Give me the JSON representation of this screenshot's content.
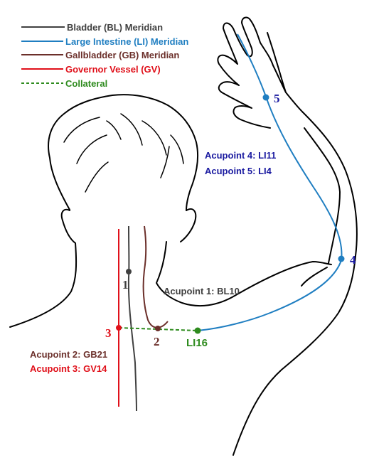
{
  "colors": {
    "bladder": "#404040",
    "large_intestine": "#1f7ec1",
    "gallbladder": "#6b2f2a",
    "governor": "#e0101a",
    "collateral": "#2e8b1e",
    "point_blue": "#1a1aa0",
    "outline": "#000000"
  },
  "legend": [
    {
      "label": "Bladder (BL) Meridian",
      "color_key": "bladder",
      "style": "solid"
    },
    {
      "label": "Large Intestine (LI) Meridian",
      "color_key": "large_intestine",
      "style": "solid"
    },
    {
      "label": "Gallbladder (GB) Meridian",
      "color_key": "gallbladder",
      "style": "solid"
    },
    {
      "label": "Governor Vessel (GV)",
      "color_key": "governor",
      "style": "solid"
    },
    {
      "label": "Collateral",
      "color_key": "collateral",
      "style": "dashed"
    }
  ],
  "annotations": {
    "acupoint1": "Acupoint 1: BL10",
    "acupoint2": "Acupoint 2: GB21",
    "acupoint3": "Acupoint 3: GV14",
    "acupoint4": "Acupoint 4: LI11",
    "acupoint5": "Acupoint 5: LI4"
  },
  "points": {
    "p1": "1",
    "p2": "2",
    "p3": "3",
    "p4": "4",
    "p5": "5",
    "li16": "LI16"
  }
}
